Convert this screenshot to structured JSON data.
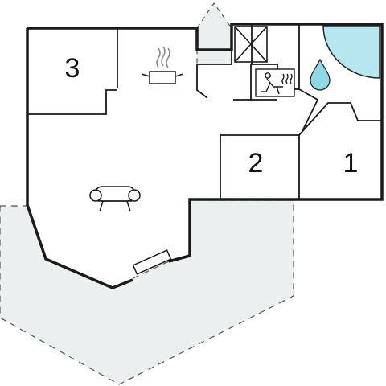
{
  "plan": {
    "colors": {
      "wall": "#1a1a1a",
      "outdoor_fill": "#eaf0f0",
      "dashed": "#555555",
      "pool": "#b7e6ee",
      "background": "#ffffff"
    },
    "rooms": [
      {
        "id": "bedroom-3",
        "label": "3"
      },
      {
        "id": "bedroom-2",
        "label": "2"
      },
      {
        "id": "bedroom-1",
        "label": "1"
      }
    ],
    "icons": [
      {
        "name": "kitchen-pot-icon",
        "meaning": "kitchen"
      },
      {
        "name": "sofa-icon",
        "meaning": "living-room"
      },
      {
        "name": "sauna-icon",
        "meaning": "sauna"
      },
      {
        "name": "water-drop-icon",
        "meaning": "bathroom"
      },
      {
        "name": "crossed-box-icon",
        "meaning": "chimney"
      },
      {
        "name": "whirlpool-icon",
        "meaning": "whirlpool"
      },
      {
        "name": "window-icon",
        "meaning": "window"
      }
    ]
  }
}
